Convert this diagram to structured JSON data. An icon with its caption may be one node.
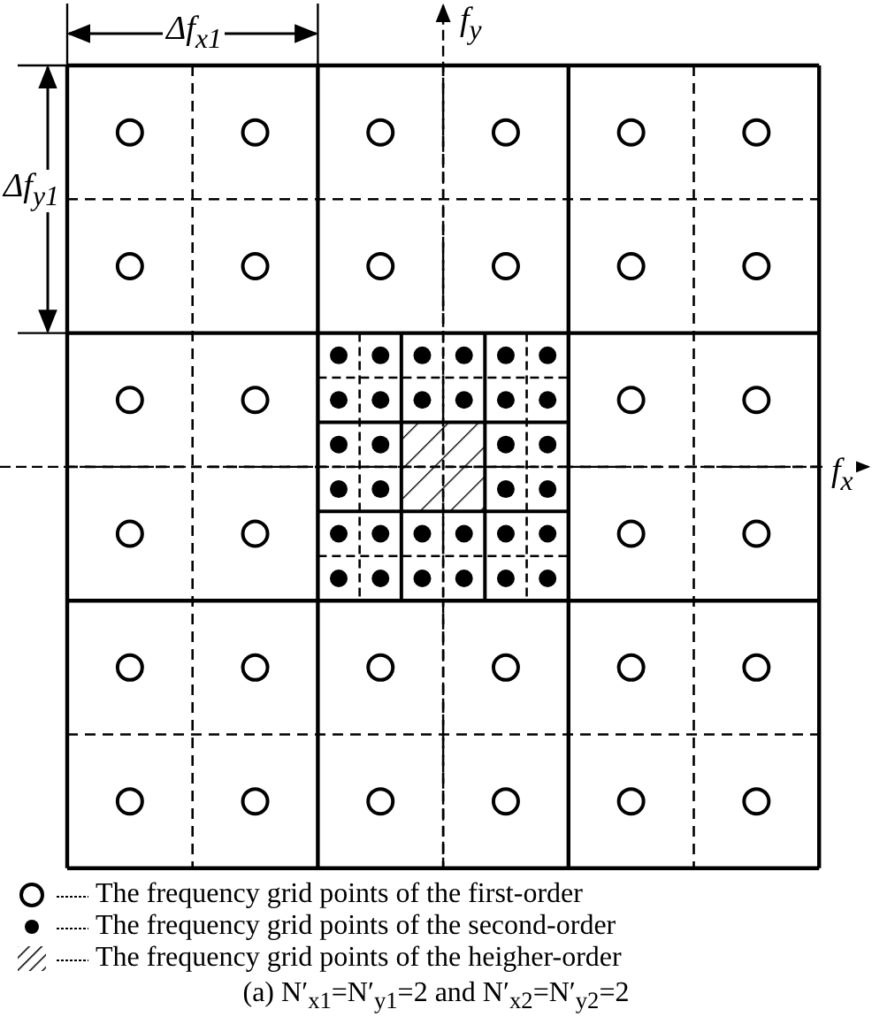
{
  "diagram": {
    "caption": "(a) N′$_{x1}$=N′$_{y1}$=2 and N′$_{x2}$=N′$_{y2}$=2",
    "labels": [
      "Δf$_{x1}$",
      "f$_{y}$",
      "Δf$_{y1}$",
      "f$_{x}$"
    ],
    "legend": [
      {
        "text": "The frequency grid points of the first-order"
      },
      {
        "text": "The frequency grid points of the second-order"
      },
      {
        "text": "The frequency grid points of the heigher-order"
      }
    ]
  }
}
